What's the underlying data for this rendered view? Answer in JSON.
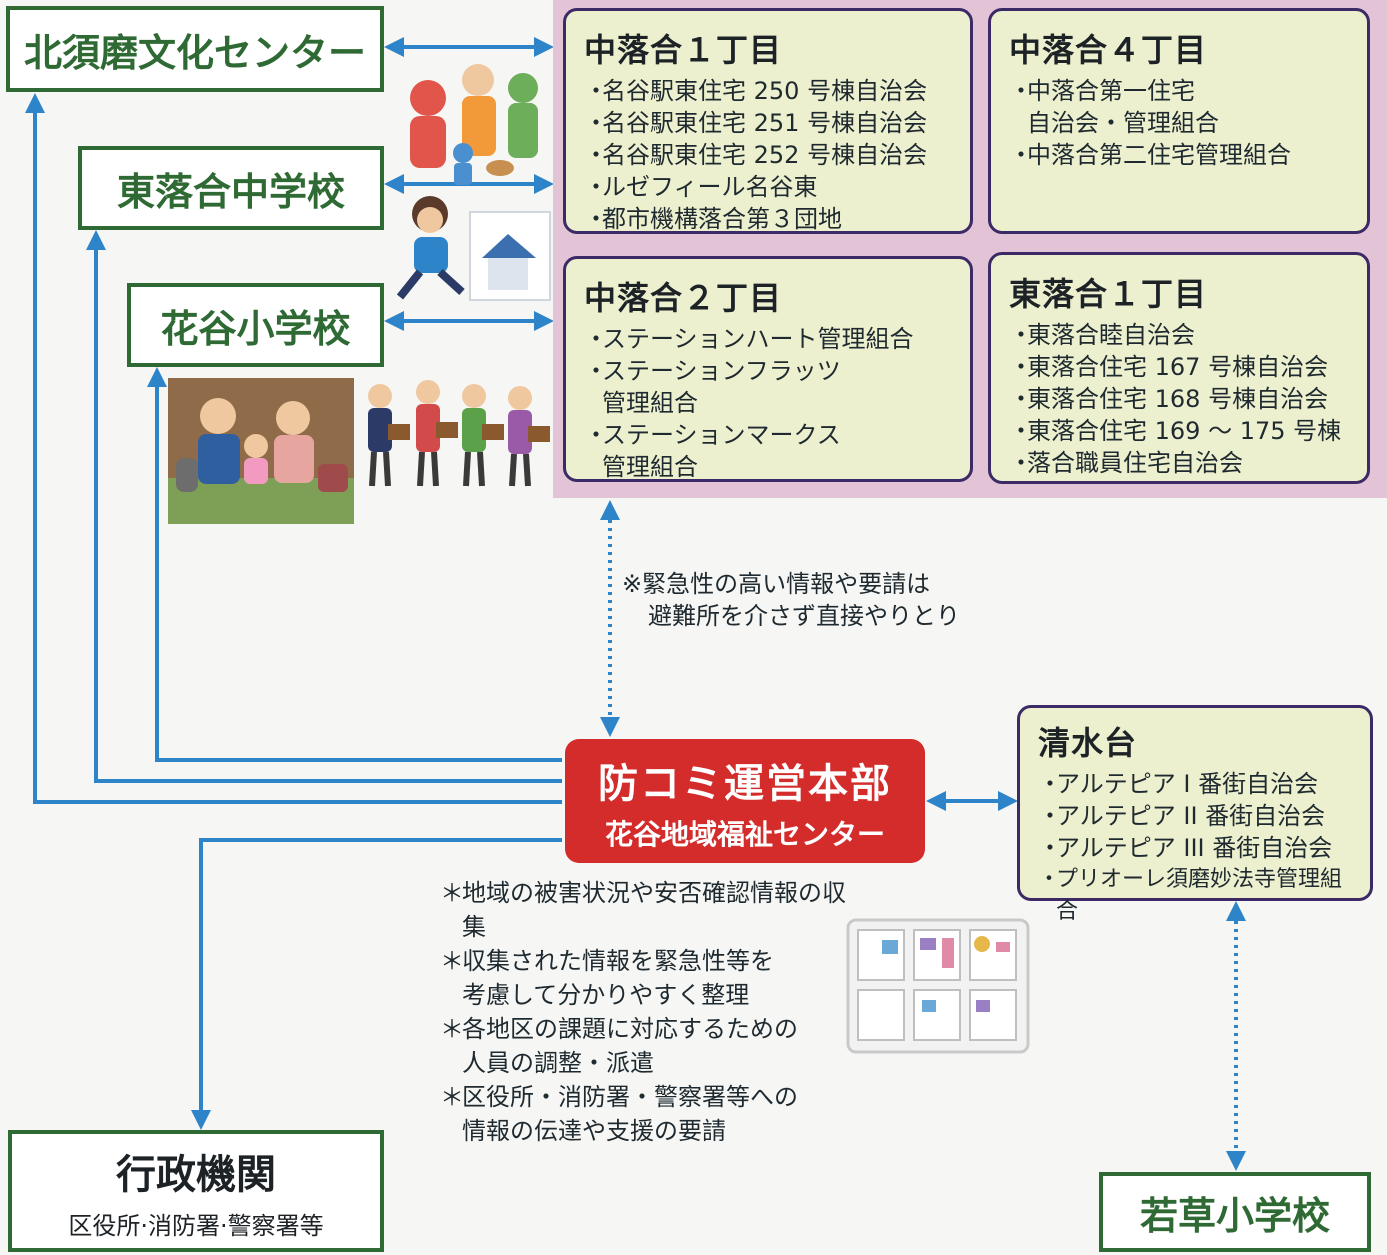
{
  "facilities": {
    "kitasuma": "北須磨文化センター",
    "higashiochiai_jhs": "東落合中学校",
    "hanatani_es": "花谷小学校",
    "wakakusa_es": "若草小学校"
  },
  "admin": {
    "title": "行政機関",
    "subtitle": "区役所·消防署·警察署等"
  },
  "areas": {
    "naka1": {
      "title": "中落合１丁目",
      "items": [
        "名谷駅東住宅 250 号棟自治会",
        "名谷駅東住宅 251 号棟自治会",
        "名谷駅東住宅 252 号棟自治会",
        "ルゼフィール名谷東",
        "都市機構落合第３団地"
      ]
    },
    "naka4": {
      "title": "中落合４丁目",
      "items": [
        "中落合第一住宅\n自治会・管理組合",
        "中落合第二住宅管理組合"
      ]
    },
    "naka2": {
      "title": "中落合２丁目",
      "items": [
        "ステーションハート管理組合",
        "ステーションフラッツ\n管理組合",
        "ステーションマークス\n管理組合"
      ]
    },
    "higashi1": {
      "title": "東落合１丁目",
      "items": [
        "東落合睦自治会",
        "東落合住宅 167 号棟自治会",
        "東落合住宅 168 号棟自治会",
        "東落合住宅 169 ～ 175 号棟",
        "落合職員住宅自治会"
      ]
    },
    "shimizudai": {
      "title": "清水台",
      "items": [
        "アルテピア I 番街自治会",
        "アルテピア II 番街自治会",
        "アルテピア III 番街自治会",
        "プリオーレ須磨妙法寺管理組合"
      ]
    }
  },
  "headquarters": {
    "title": "防コミ運営本部",
    "subtitle": "花谷地域福祉センター"
  },
  "note": {
    "line1": "※緊急性の高い情報や要請は",
    "line2": "避難所を介さず直接やりとり"
  },
  "tasks": [
    "地域の被害状況や安否確認情報の収集",
    "収集された情報を緊急性等を\n考慮して分かりやすく整理",
    "各地区の課題に対応するための\n人員の調整・派遣",
    "区役所・消防署・警察署等への\n情報の伝達や支援の要請"
  ],
  "colors": {
    "arrow": "#2d84c9",
    "facility_border": "#2f6a34",
    "area_fill": "#edf0cf",
    "area_border": "#3b2a66",
    "panel_pink": "#e3c4d6",
    "hq_red": "#d42b2b"
  },
  "illustrations": [
    "evacuating-family-icon",
    "running-person-house-icon",
    "evacuation-shelter-family-icon",
    "supply-carrying-people-icon",
    "info-board-icon"
  ]
}
